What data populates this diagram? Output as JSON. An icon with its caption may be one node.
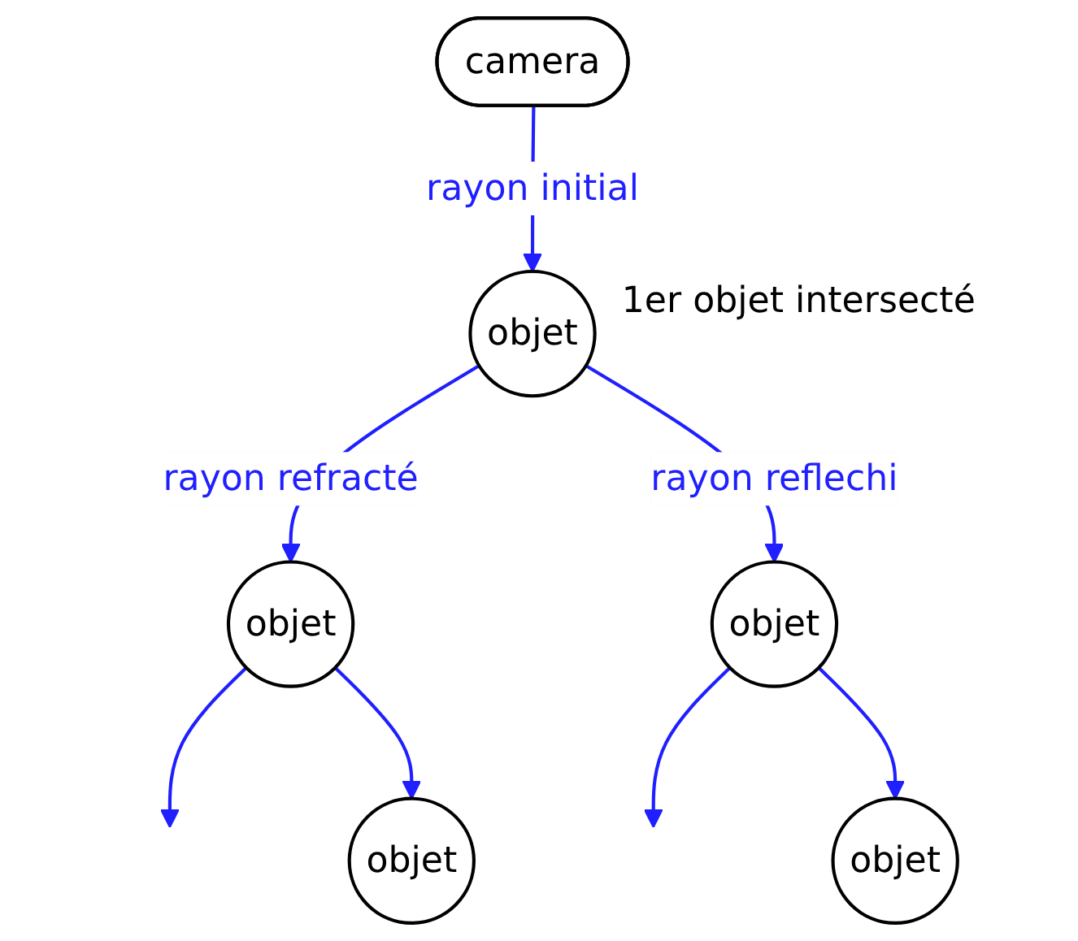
{
  "diagram": {
    "nodes": [
      {
        "text": [
          "camera"
        ]
      },
      {
        "text": [
          "objet"
        ],
        "beside": [
          "1er objet intersecté"
        ]
      },
      {
        "text": [
          "objet"
        ]
      },
      {
        "text": [
          "objet"
        ]
      },
      {
        "text": [
          "objet"
        ]
      },
      {
        "text": [
          "objet"
        ]
      }
    ],
    "edges": [
      {
        "from": 0,
        "to": 1,
        "arrow": "to",
        "label": "rayon initial"
      },
      {
        "from": 1,
        "to": 2,
        "arrow": "to",
        "label": "rayon refracté"
      },
      {
        "from": 1,
        "to": 3,
        "arrow": "to",
        "label": "rayon reflechi"
      },
      {
        "from": 2,
        "to": null,
        "arrow": "to"
      },
      {
        "from": 2,
        "to": 4,
        "arrow": "to"
      },
      {
        "from": 3,
        "to": null,
        "arrow": "to"
      },
      {
        "from": 3,
        "to": 5,
        "arrow": "to"
      }
    ]
  }
}
